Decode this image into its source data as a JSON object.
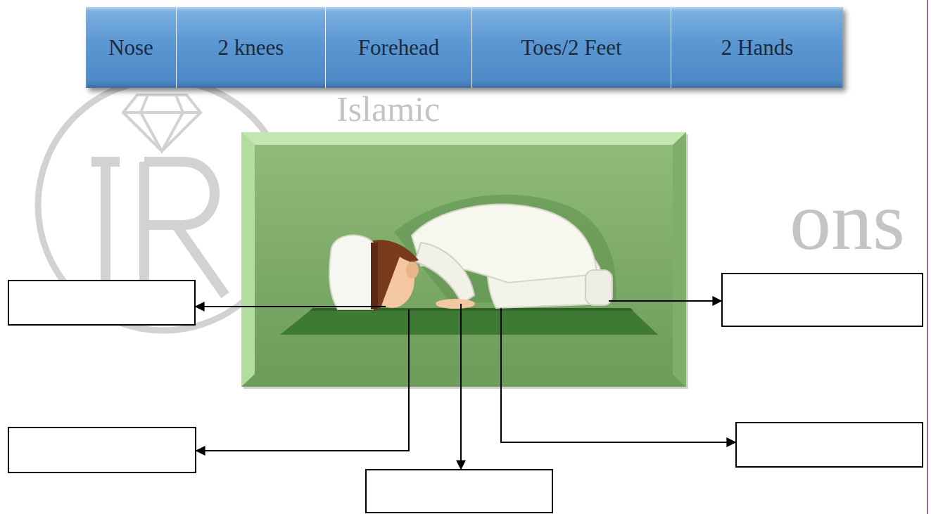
{
  "diagram": {
    "nodes": [
      {
        "text": [
          "Nose"
        ]
      },
      {
        "text": [
          "2 knees"
        ]
      },
      {
        "text": [
          "Forehead"
        ]
      },
      {
        "text": [
          "Toes/2 Feet"
        ]
      },
      {
        "text": [
          "2 Hands"
        ]
      }
    ],
    "labels": [
      "Islamic",
      "ons"
    ]
  }
}
